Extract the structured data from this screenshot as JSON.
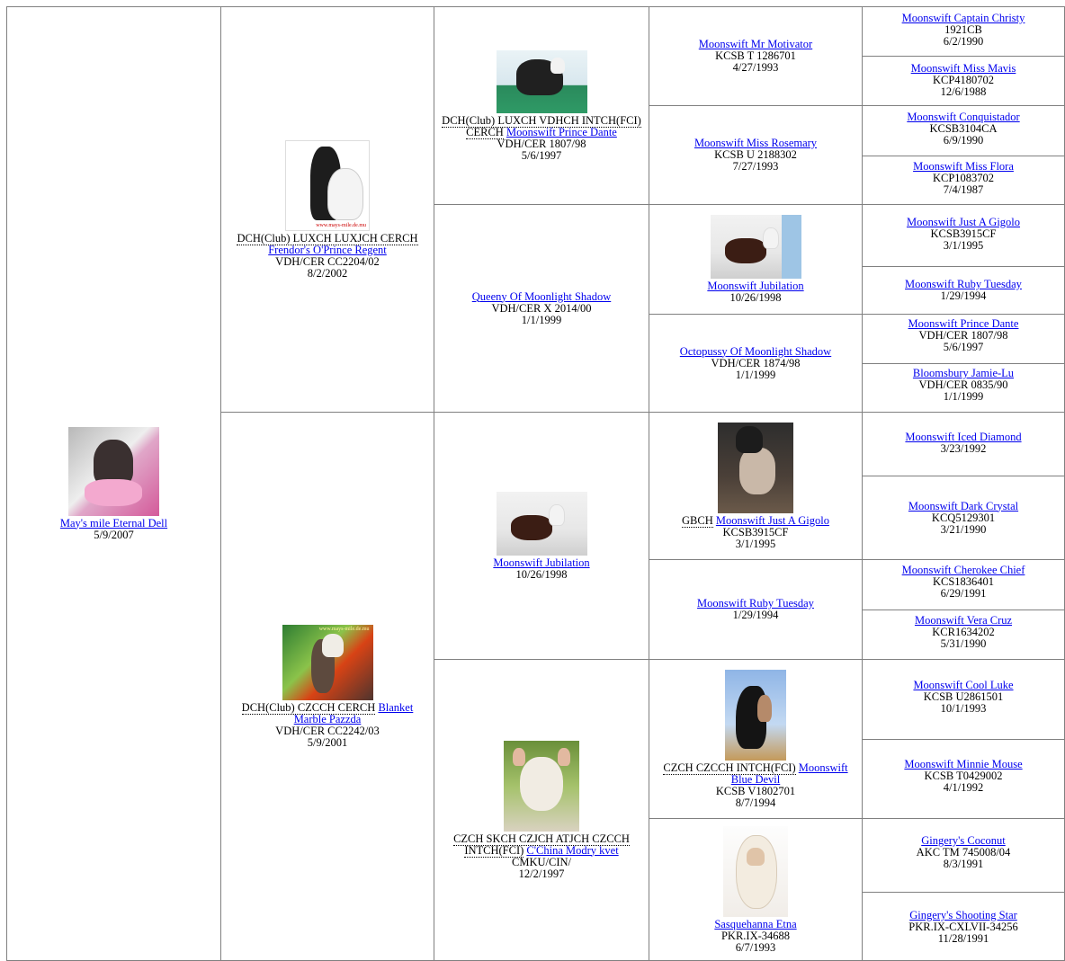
{
  "gen1": {
    "link": "May's mile Eternal Dell",
    "date": "5/9/2007",
    "photo": "dog-photo"
  },
  "gen2": [
    {
      "titles": "DCH(Club) LUXCH LUXJCH CERCH",
      "link": "Frendor's O'Prince Regent",
      "reg": "VDH/CER CC2204/02",
      "date": "8/2/2002",
      "photo_caption": "www.mays-mile.de.mu"
    },
    {
      "titles": "DCH(Club) CZCCH CERCH",
      "link": "Blanket Marble Pazzda",
      "reg": "VDH/CER CC2242/03",
      "date": "5/9/2001",
      "photo_caption": "www.mays-mile.de.mu"
    }
  ],
  "gen3": [
    {
      "titles": "DCH(Club) LUXCH VDHCH INTCH(FCI) CERCH",
      "link": "Moonswift Prince Dante",
      "reg": "VDH/CER 1807/98",
      "date": "5/6/1997"
    },
    {
      "titles": "",
      "link": "Queeny Of Moonlight Shadow",
      "reg": "VDH/CER X 2014/00",
      "date": "1/1/1999"
    },
    {
      "titles": "",
      "link": "Moonswift Jubilation",
      "reg": "",
      "date": "10/26/1998"
    },
    {
      "titles": "CZCH SKCH CZJCH ATJCH CZCCH INTCH(FCI)",
      "link": "C'China Modry kvet",
      "reg": "CMKU/CIN/",
      "date": "12/2/1997"
    }
  ],
  "gen4": [
    {
      "titles": "",
      "link": "Moonswift Mr Motivator",
      "reg": "KCSB T 1286701",
      "date": "4/27/1993"
    },
    {
      "titles": "",
      "link": "Moonswift Miss Rosemary",
      "reg": "KCSB U 2188302",
      "date": "7/27/1993"
    },
    {
      "titles": "",
      "link": "Moonswift Jubilation",
      "reg": "",
      "date": "10/26/1998"
    },
    {
      "titles": "",
      "link": "Octopussy Of Moonlight Shadow",
      "reg": "VDH/CER 1874/98",
      "date": "1/1/1999"
    },
    {
      "titles": "GBCH",
      "link": "Moonswift Just A Gigolo",
      "reg": "KCSB3915CF",
      "date": "3/1/1995"
    },
    {
      "titles": "",
      "link": "Moonswift Ruby Tuesday",
      "reg": "",
      "date": "1/29/1994"
    },
    {
      "titles": "CZCH CZCCH INTCH(FCI)",
      "link": "Moonswift Blue Devil",
      "reg": "KCSB V1802701",
      "date": "8/7/1994"
    },
    {
      "titles": "",
      "link": "Sasquehanna Etna",
      "reg": "PKR.IX-34688",
      "date": "6/7/1993"
    }
  ],
  "gen5": [
    {
      "link": "Moonswift Captain Christy",
      "reg": "1921CB",
      "date": "6/2/1990"
    },
    {
      "link": "Moonswift Miss Mavis",
      "reg": "KCP4180702",
      "date": "12/6/1988"
    },
    {
      "link": "Moonswift Conquistador",
      "reg": "KCSB3104CA",
      "date": "6/9/1990"
    },
    {
      "link": "Moonswift Miss Flora",
      "reg": "KCP1083702",
      "date": "7/4/1987"
    },
    {
      "link": "Moonswift Just A Gigolo",
      "reg": "KCSB3915CF",
      "date": "3/1/1995"
    },
    {
      "link": "Moonswift Ruby Tuesday",
      "reg": "",
      "date": "1/29/1994"
    },
    {
      "link": "Moonswift Prince Dante",
      "reg": "VDH/CER 1807/98",
      "date": "5/6/1997"
    },
    {
      "link": "Bloomsbury Jamie-Lu",
      "reg": "VDH/CER 0835/90",
      "date": "1/1/1999"
    },
    {
      "link": "Moonswift Iced Diamond",
      "reg": "",
      "date": "3/23/1992"
    },
    {
      "link": "Moonswift Dark Crystal",
      "reg": "KCQ5129301",
      "date": "3/21/1990"
    },
    {
      "link": "Moonswift Cherokee Chief",
      "reg": "KCS1836401",
      "date": "6/29/1991"
    },
    {
      "link": "Moonswift Vera Cruz",
      "reg": "KCR1634202",
      "date": "5/31/1990"
    },
    {
      "link": "Moonswift Cool Luke",
      "reg": "KCSB U2861501",
      "date": "10/1/1993"
    },
    {
      "link": "Moonswift Minnie Mouse",
      "reg": "KCSB T0429002",
      "date": "4/1/1992"
    },
    {
      "link": "Gingery's Coconut",
      "reg": "AKC TM 745008/04",
      "date": "8/3/1991"
    },
    {
      "link": "Gingery's Shooting Star",
      "reg": "PKR.IX-CXLVII-34256",
      "date": "11/28/1991"
    }
  ]
}
